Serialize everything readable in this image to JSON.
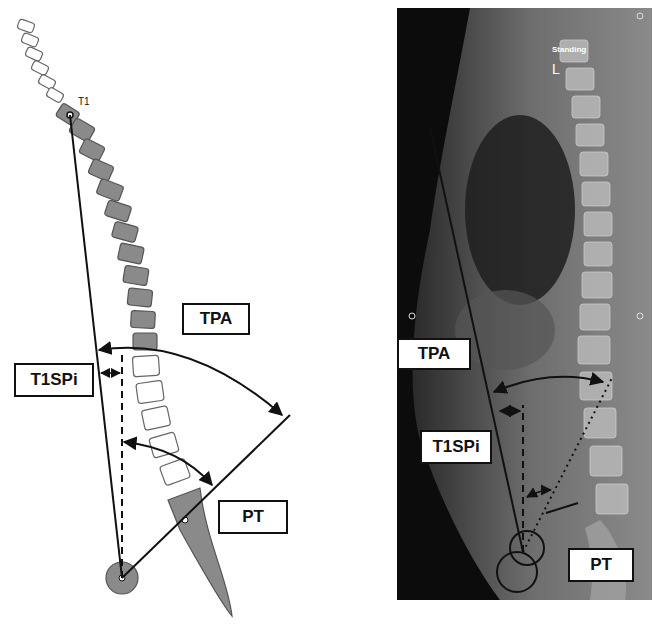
{
  "diagram": {
    "nodes": [
      {
        "text": [
          "TPA"
        ]
      },
      {
        "text": [
          "T1SPi"
        ]
      },
      {
        "text": [
          "PT"
        ]
      },
      {
        "text": [
          "TPA"
        ]
      },
      {
        "text": [
          "T1SPi"
        ]
      },
      {
        "text": [
          "PT"
        ]
      }
    ],
    "labels": [
      "T1",
      "Standing",
      "L"
    ]
  }
}
